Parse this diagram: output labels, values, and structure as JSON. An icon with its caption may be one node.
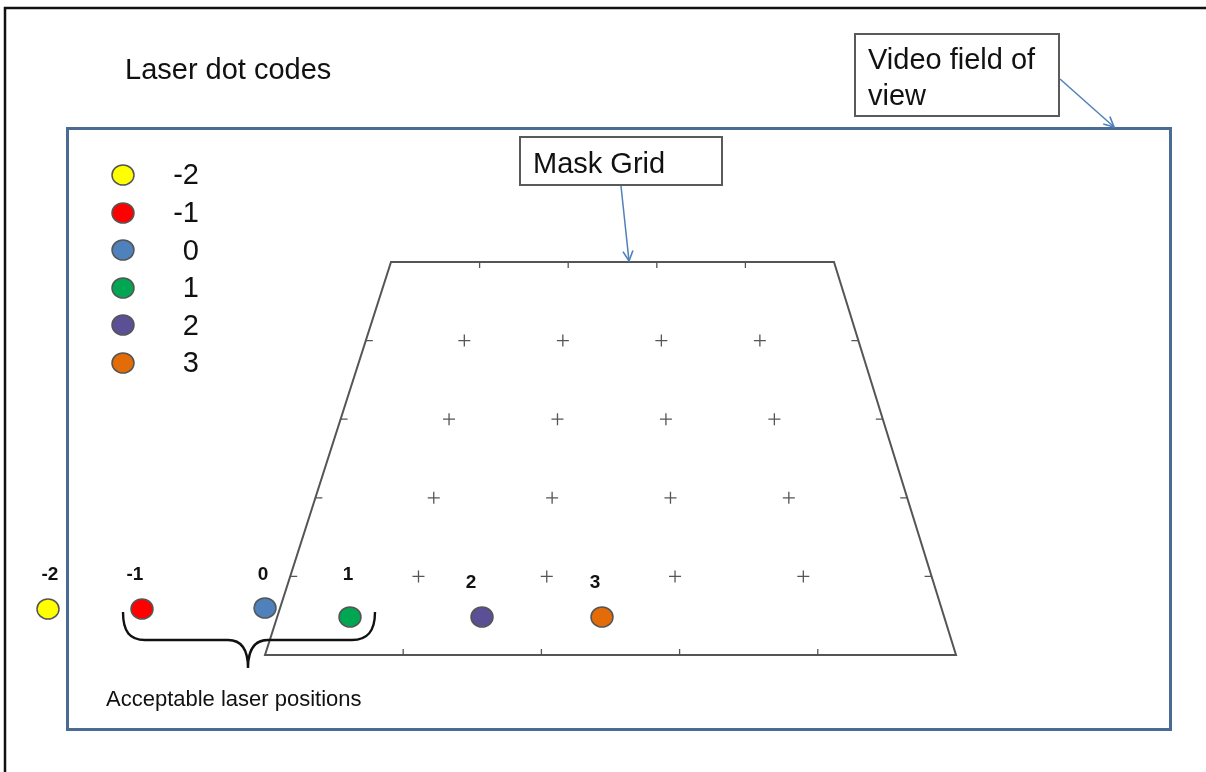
{
  "diagram": {
    "nodes": [
      {
        "text": [
          "Video field of view"
        ]
      },
      {
        "text": [],
        "shape": "box"
      },
      {
        "text": [
          "Mask Grid"
        ],
        "in": 1
      },
      {
        "text": [],
        "shape": "trapezoid",
        "in": 1
      }
    ],
    "edges": [
      {
        "from": 0,
        "to": 1,
        "arrow": "to"
      },
      {
        "from": 2,
        "to": 3,
        "arrow": "to"
      }
    ],
    "labels": [
      "Laser dot codes",
      "-2",
      "-1",
      "0",
      "1",
      "2",
      "3",
      "Acceptable laser positions"
    ],
    "legend": [
      {
        "text": "-2",
        "color": "#ffff00"
      },
      {
        "text": "-1",
        "color": "#ff0000"
      },
      {
        "text": "0",
        "color": "#4f81bd"
      },
      {
        "text": "1",
        "color": "#00a651"
      },
      {
        "text": "2",
        "color": "#5b4f96"
      },
      {
        "text": "3",
        "color": "#e36c09"
      }
    ]
  }
}
